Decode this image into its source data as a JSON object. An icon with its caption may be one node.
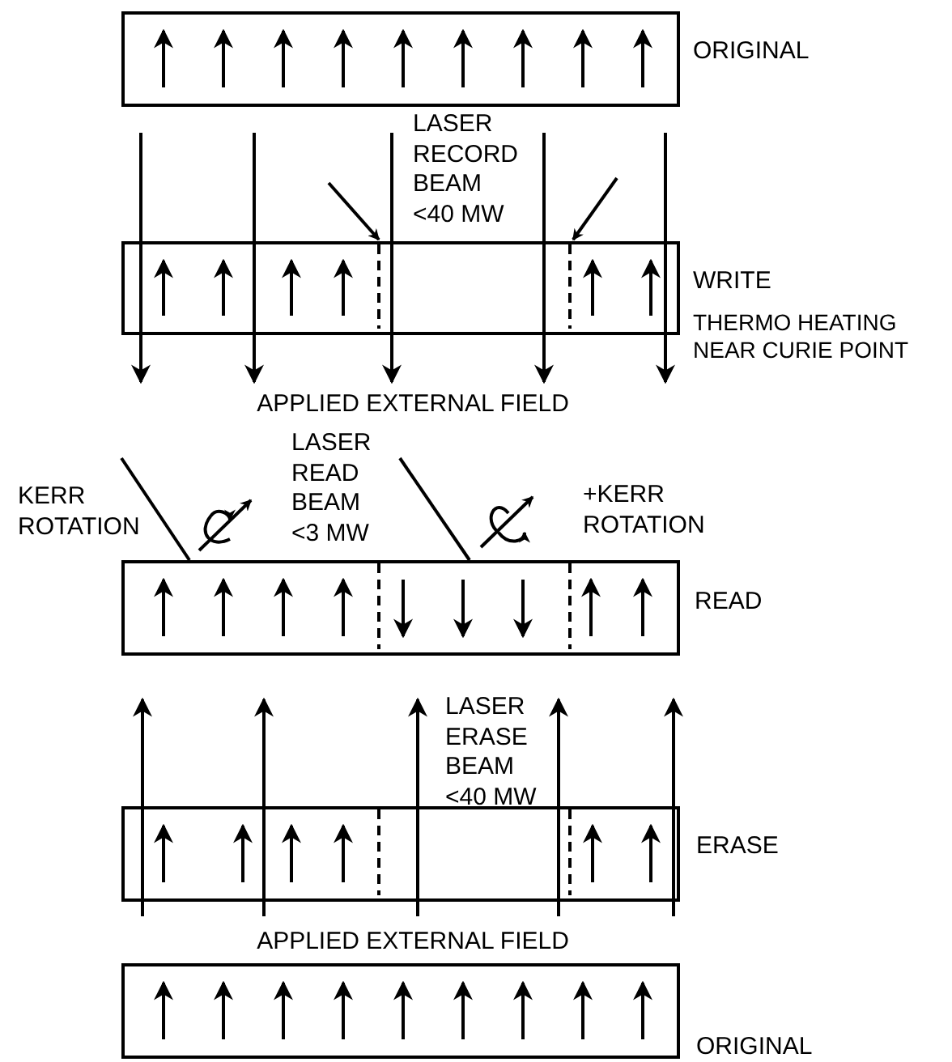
{
  "diagram": {
    "nodes": [
      {
        "text": [
          "ORIGINAL"
        ]
      },
      {
        "text": [
          "WRITE",
          "THERMO HEATING NEAR CURIE POINT"
        ]
      },
      {
        "text": [
          "READ"
        ]
      },
      {
        "text": [
          "ERASE"
        ]
      },
      {
        "text": [
          "ORIGINAL"
        ]
      }
    ],
    "edges": [
      {
        "from": null,
        "to": 1,
        "arrow": "to"
      },
      {
        "from": null,
        "to": 1,
        "arrow": "to"
      }
    ],
    "labels": [
      "LASER RECORD BEAM <40 MW",
      "APPLIED EXTERNAL FIELD",
      "KERR ROTATION",
      "LASER READ BEAM <3 MW",
      "+KERR ROTATION",
      "LASER ERASE BEAM <40 MW",
      "APPLIED EXTERNAL FIELD"
    ]
  }
}
